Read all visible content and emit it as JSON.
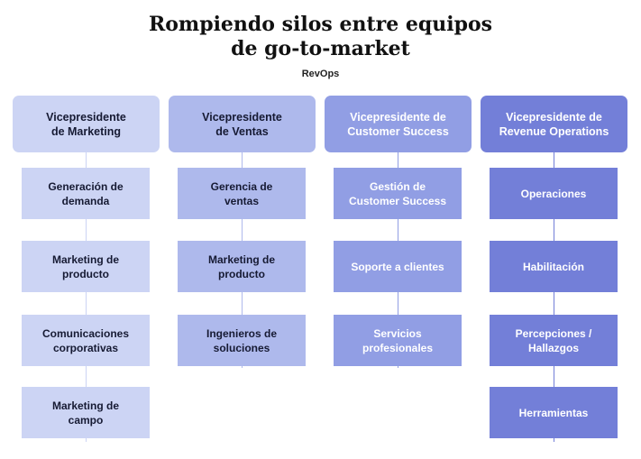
{
  "title": "Rompiendo silos entre equipos\nde go-to-market",
  "subtitle": "RevOps",
  "columns": [
    {
      "head": "Vicepresidente\nde Marketing",
      "items": [
        "Generación de\ndemanda",
        "Marketing de\nproducto",
        "Comunicaciones\ncorporativas",
        "Marketing de\ncampo"
      ]
    },
    {
      "head": "Vicepresidente\nde Ventas",
      "items": [
        "Gerencia de\nventas",
        "Marketing de\nproducto",
        "Ingenieros de\nsoluciones"
      ]
    },
    {
      "head": "Vicepresidente de\nCustomer Success",
      "items": [
        "Gestión de\nCustomer Success",
        "Soporte a clientes",
        "Servicios\nprofesionales"
      ]
    },
    {
      "head": "Vicepresidente de\nRevenue Operations",
      "items": [
        "Operaciones",
        "Habilitación",
        "Percepciones /\nHallazgos",
        "Herramientas"
      ]
    }
  ],
  "colors": {
    "marketing": "#ccd4f4",
    "ventas": "#aeb9ec",
    "customer_success": "#919ee4",
    "revenue_operations": "#737fd8"
  }
}
